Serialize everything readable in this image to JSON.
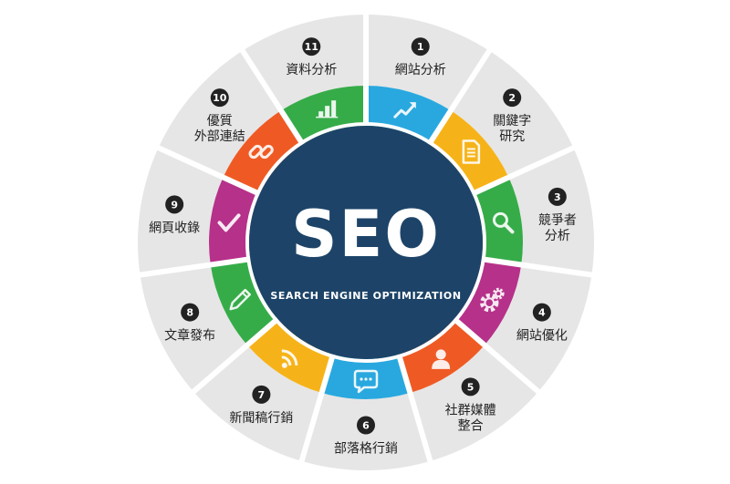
{
  "center": {
    "title": "SEO",
    "subtitle": "SEARCH ENGINE OPTIMIZATION",
    "color": "#1d4468"
  },
  "segments": [
    {
      "number": "1",
      "lines": [
        "網站分析"
      ],
      "color": "#29a8df",
      "icon": "trend-line-icon"
    },
    {
      "number": "2",
      "lines": [
        "關鍵字",
        "研究"
      ],
      "color": "#f6b319",
      "icon": "document-icon"
    },
    {
      "number": "3",
      "lines": [
        "競爭者",
        "分析"
      ],
      "color": "#36ac49",
      "icon": "magnifier-icon"
    },
    {
      "number": "4",
      "lines": [
        "網站優化"
      ],
      "color": "#b6318a",
      "icon": "gears-icon"
    },
    {
      "number": "5",
      "lines": [
        "社群媒體",
        "整合"
      ],
      "color": "#ef5a24",
      "icon": "person-icon"
    },
    {
      "number": "6",
      "lines": [
        "部落格行銷"
      ],
      "color": "#29a8df",
      "icon": "speech-bubble-icon"
    },
    {
      "number": "7",
      "lines": [
        "新聞稿行銷"
      ],
      "color": "#f6b319",
      "icon": "rss-icon"
    },
    {
      "number": "8",
      "lines": [
        "文章發布"
      ],
      "color": "#36ac49",
      "icon": "pencil-icon"
    },
    {
      "number": "9",
      "lines": [
        "網頁收錄"
      ],
      "color": "#b6318a",
      "icon": "checkmark-icon"
    },
    {
      "number": "10",
      "lines": [
        "優質",
        "外部連結"
      ],
      "color": "#ef5a24",
      "icon": "chain-link-icon"
    },
    {
      "number": "11",
      "lines": [
        "資料分析"
      ],
      "color": "#36ac49",
      "icon": "bar-chart-icon"
    }
  ]
}
